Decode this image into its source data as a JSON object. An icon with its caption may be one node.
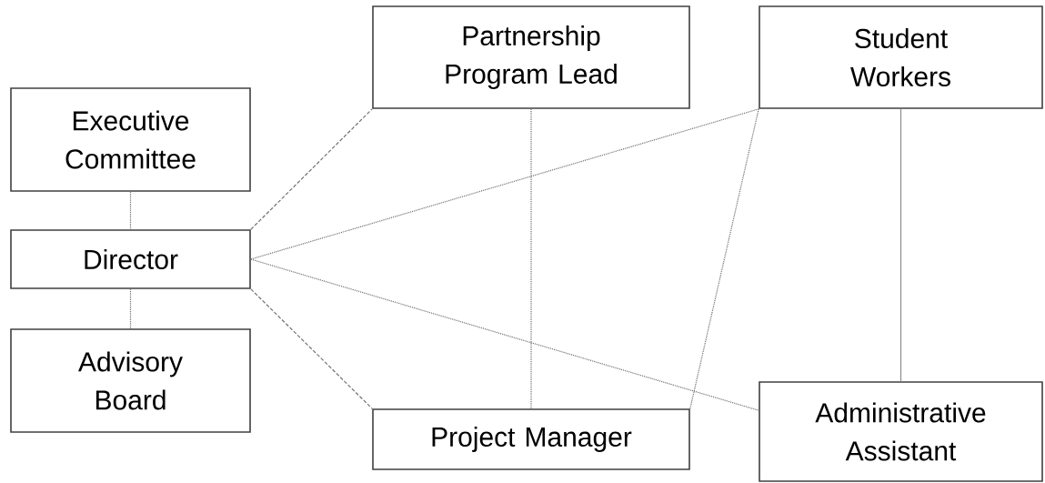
{
  "diagram": {
    "nodes": [
      {
        "text": [
          "Executive Committee"
        ]
      },
      {
        "text": [
          "Director"
        ]
      },
      {
        "text": [
          "Advisory Board"
        ]
      },
      {
        "text": [
          "Partnership Program Lead"
        ]
      },
      {
        "text": [
          "Project Manager"
        ]
      },
      {
        "text": [
          "Student Workers"
        ]
      },
      {
        "text": [
          "Administrative Assistant"
        ]
      }
    ],
    "edges": [
      {
        "from": 0,
        "to": 1,
        "arrow": "none",
        "style": "dashed"
      },
      {
        "from": 1,
        "to": 2,
        "arrow": "none",
        "style": "dashed"
      },
      {
        "from": 1,
        "to": 3,
        "arrow": "none",
        "style": "dashed"
      },
      {
        "from": 1,
        "to": 5,
        "arrow": "none",
        "style": "dashed"
      },
      {
        "from": 1,
        "to": 6,
        "arrow": "none",
        "style": "dashed"
      },
      {
        "from": 1,
        "to": 4,
        "arrow": "none",
        "style": "dashed"
      },
      {
        "from": 3,
        "to": 4,
        "arrow": "none",
        "style": "dashed"
      },
      {
        "from": 5,
        "to": 4,
        "arrow": "none",
        "style": "dashed"
      },
      {
        "from": 5,
        "to": 6,
        "arrow": "none"
      }
    ]
  }
}
